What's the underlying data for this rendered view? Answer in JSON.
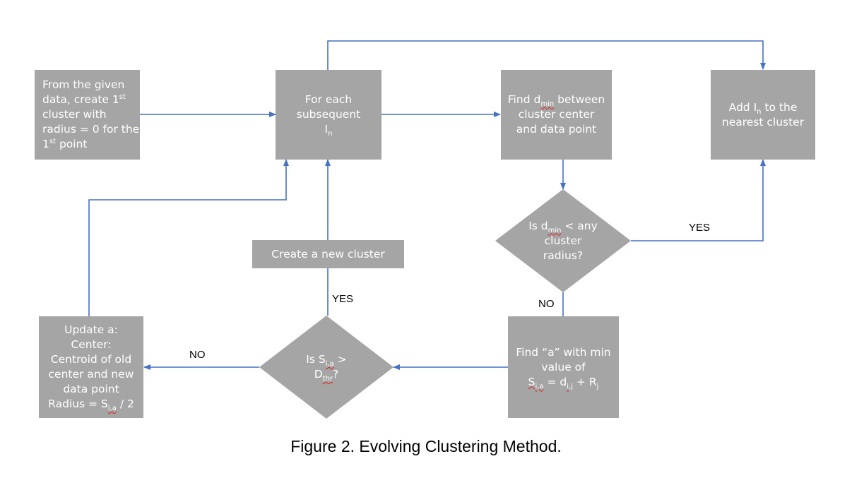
{
  "nodes": {
    "start": {
      "prefix": "From the given data, create 1",
      "sup1": "st",
      "middle": " cluster with radius = 0 for the 1",
      "sup2": "st",
      "suffix": " point"
    },
    "each": {
      "text": "For each subsequent I",
      "sub": "n"
    },
    "find_dmin": {
      "pre": "Find d",
      "sub": "min",
      "post": " between cluster center and data point"
    },
    "add": {
      "pre": "Add I",
      "sub": "n",
      "post": " to the nearest cluster"
    },
    "decision_dmin": {
      "pre": "Is d",
      "sub": "min",
      "post": " < any cluster radius?"
    },
    "find_a": {
      "line1": "Find “a” with min value of",
      "s": "S",
      "s_sub": "i,a",
      "mid": " = d",
      "d_sub": "i,j",
      "plus": " + R",
      "r_sub": "j"
    },
    "decision_s": {
      "pre": "Is S",
      "s_sub": "i,a",
      "mid": " > D",
      "d_sub": "thr",
      "post": "?"
    },
    "new_cluster": {
      "text": "Create a new cluster"
    },
    "update": {
      "line1": "Update a:",
      "line2": "Center:",
      "line3": "Centroid of old center and new data point",
      "line4": "Radius = S",
      "sub": "i,a",
      "line4_post": " / 2"
    }
  },
  "edge_labels": {
    "yes_right": "YES",
    "no_down": "NO",
    "yes_up": "YES",
    "no_left": "NO"
  },
  "caption": "Figure 2. Evolving Clustering Method.",
  "colors": {
    "box": "#a5a5a5",
    "arrow": "#4472c4"
  }
}
